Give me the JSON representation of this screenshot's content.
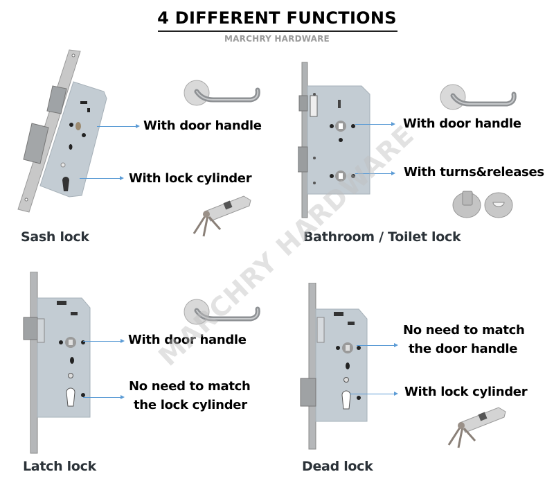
{
  "header": {
    "title": "4 DIFFERENT FUNCTIONS",
    "subtitle": "MARCHRY HARDWARE"
  },
  "watermark": "MARCHRY HARDWARE",
  "colors": {
    "arrow": "#5b9bd5",
    "lock_name": "#2b3238",
    "feature_text": "#000000",
    "subtitle": "#9a9a9a",
    "lock_body": "#c3ccd3",
    "faceplate": "#b9b9b9"
  },
  "panels": [
    {
      "name": "Sash lock",
      "features": [
        {
          "label": "With door handle",
          "accessory": "door-handle"
        },
        {
          "label": "With lock cylinder",
          "accessory": "lock-cylinder-with-keys"
        }
      ]
    },
    {
      "name": "Bathroom / Toilet lock",
      "features": [
        {
          "label": "With door handle",
          "accessory": "door-handle"
        },
        {
          "label": "With turns&releases",
          "accessory": "turn-and-release-knobs"
        }
      ]
    },
    {
      "name": "Latch lock",
      "features": [
        {
          "label": "With door handle",
          "accessory": "door-handle"
        },
        {
          "label_line1": "No need to match",
          "label_line2": "the lock cylinder",
          "accessory": "none"
        }
      ]
    },
    {
      "name": "Dead lock",
      "features": [
        {
          "label_line1": "No need to match",
          "label_line2": "the door handle",
          "accessory": "none"
        },
        {
          "label": "With lock cylinder",
          "accessory": "lock-cylinder-with-keys"
        }
      ]
    }
  ]
}
